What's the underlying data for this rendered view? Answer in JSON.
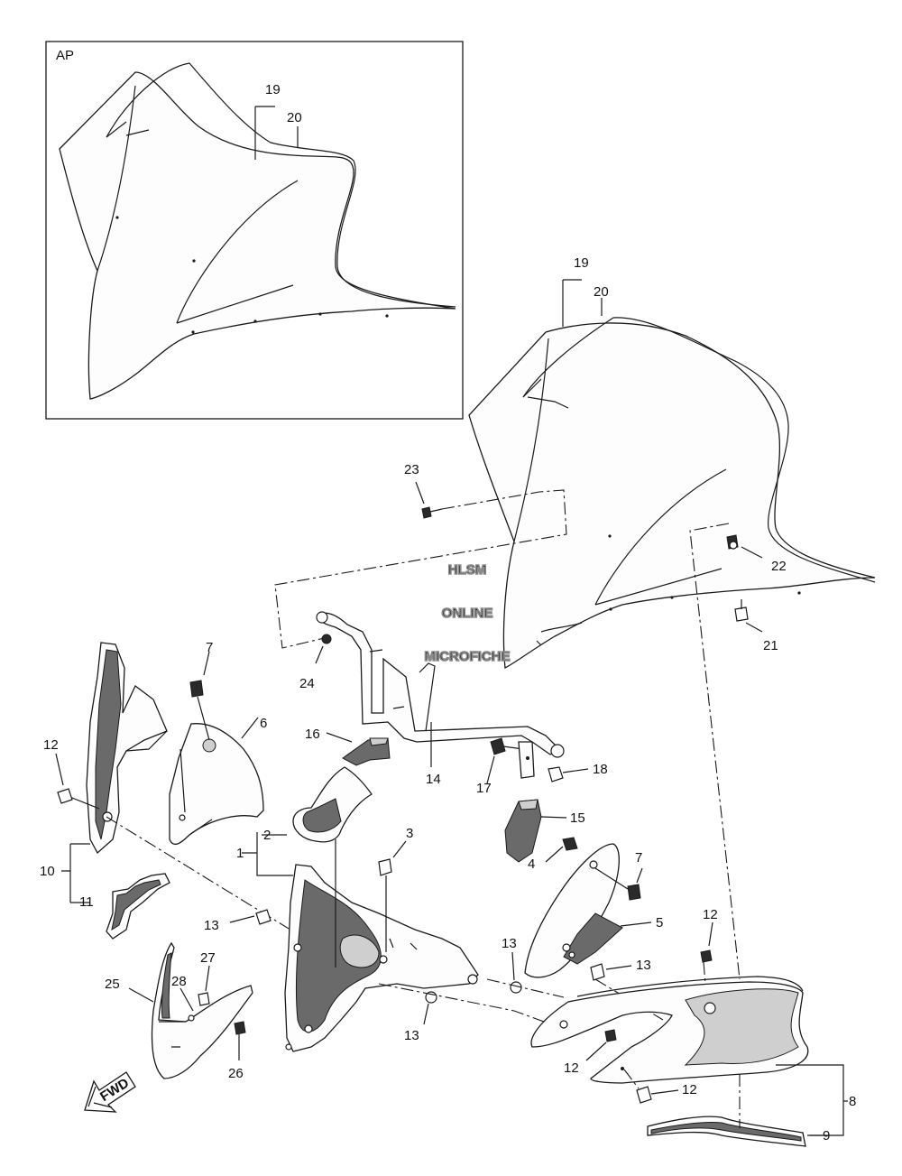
{
  "inset": {
    "label": "AP",
    "callouts": [
      "19",
      "20"
    ]
  },
  "callouts": {
    "p1": "1",
    "p2": "2",
    "p3": "3",
    "p4": "4",
    "p5": "5",
    "p6": "6",
    "p7a": "7",
    "p7b": "7",
    "p8": "8",
    "p9": "9",
    "p10": "10",
    "p11": "11",
    "p12a": "12",
    "p12b": "12",
    "p12c": "12",
    "p12d": "12",
    "p13a": "13",
    "p13b": "13",
    "p13c": "13",
    "p13d": "13",
    "p14": "14",
    "p15": "15",
    "p16": "16",
    "p17": "17",
    "p18": "18",
    "p19": "19",
    "p20": "20",
    "p21": "21",
    "p22": "22",
    "p23": "23",
    "p24": "24",
    "p25": "25",
    "p26": "26",
    "p27": "27",
    "p28": "28"
  },
  "watermark": {
    "line1": "HLSM",
    "line2": "ONLINE",
    "line3": "MICROFICHE"
  },
  "direction_arrow": {
    "label": "FWD",
    "icon": "forward-arrow-icon"
  }
}
